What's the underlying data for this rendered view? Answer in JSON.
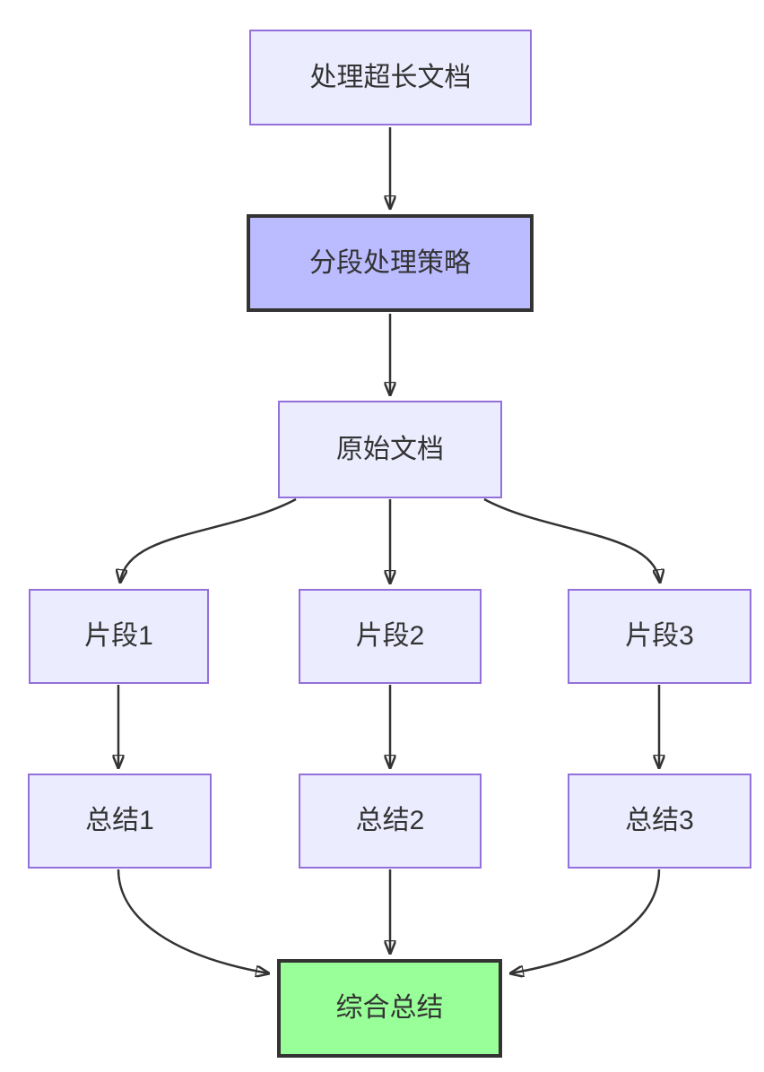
{
  "diagram": {
    "type": "flowchart",
    "direction": "top-down",
    "nodes": [
      {
        "id": "A",
        "label": "处理超长文档",
        "style": "default"
      },
      {
        "id": "B",
        "label": "分段处理策略",
        "style": "emphasis"
      },
      {
        "id": "C",
        "label": "原始文档",
        "style": "default"
      },
      {
        "id": "D",
        "label": "片段1",
        "style": "default"
      },
      {
        "id": "E",
        "label": "片段2",
        "style": "default"
      },
      {
        "id": "F",
        "label": "片段3",
        "style": "default"
      },
      {
        "id": "G",
        "label": "总结1",
        "style": "default"
      },
      {
        "id": "H",
        "label": "总结2",
        "style": "default"
      },
      {
        "id": "I",
        "label": "总结3",
        "style": "default"
      },
      {
        "id": "J",
        "label": "综合总结",
        "style": "success"
      }
    ],
    "edges": [
      {
        "from": "处理超长文档",
        "to": "分段处理策略"
      },
      {
        "from": "分段处理策略",
        "to": "原始文档"
      },
      {
        "from": "原始文档",
        "to": "片段1"
      },
      {
        "from": "原始文档",
        "to": "片段2"
      },
      {
        "from": "原始文档",
        "to": "片段3"
      },
      {
        "from": "片段1",
        "to": "总结1"
      },
      {
        "from": "片段2",
        "to": "总结2"
      },
      {
        "from": "片段3",
        "to": "总结3"
      },
      {
        "from": "总结1",
        "to": "综合总结"
      },
      {
        "from": "总结2",
        "to": "综合总结"
      },
      {
        "from": "总结3",
        "to": "综合总结"
      }
    ],
    "colors": {
      "node_fill": "#ECECFF",
      "node_border": "#9370DB",
      "emphasis_fill": "#bbbbff",
      "emphasis_border": "#333333",
      "success_fill": "#99ff99",
      "success_border": "#333333",
      "edge": "#333333",
      "text": "#333333",
      "background": "#ffffff"
    }
  }
}
